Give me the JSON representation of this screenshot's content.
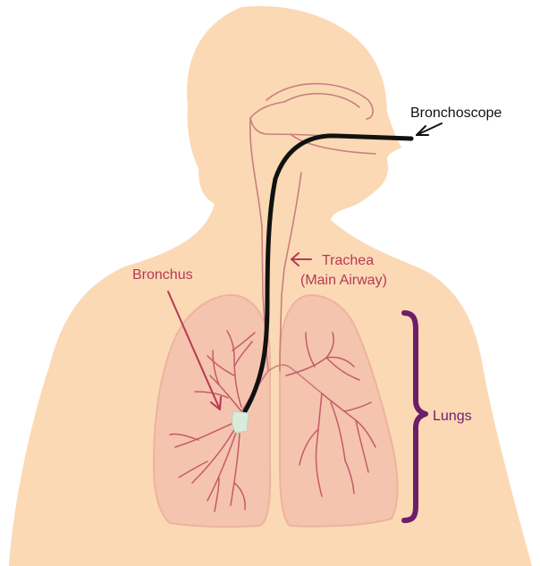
{
  "labels": {
    "bronchoscope": "Bronchoscope",
    "trachea": "Trachea",
    "main_airway": "(Main Airway)",
    "bronchus": "Bronchus",
    "lungs": "Lungs"
  },
  "colors": {
    "skin": "#fbd9b4",
    "outline": "#c97f80",
    "airway": "#c45a6a",
    "lung_fill": "#f4c1ad",
    "lung_border": "#ecad98",
    "scope": "#111111",
    "scope_tip": "#d9ecdc",
    "label_pink": "#b63a55",
    "label_black": "#111111",
    "lungs_bracket": "#6e1d6b"
  },
  "icons": {
    "bronchoscope_pointer": "arrow-left-icon",
    "trachea_pointer": "arrow-left-icon",
    "bronchus_pointer": "arrow-down-right-icon",
    "lungs_marker": "curly-brace-icon"
  }
}
